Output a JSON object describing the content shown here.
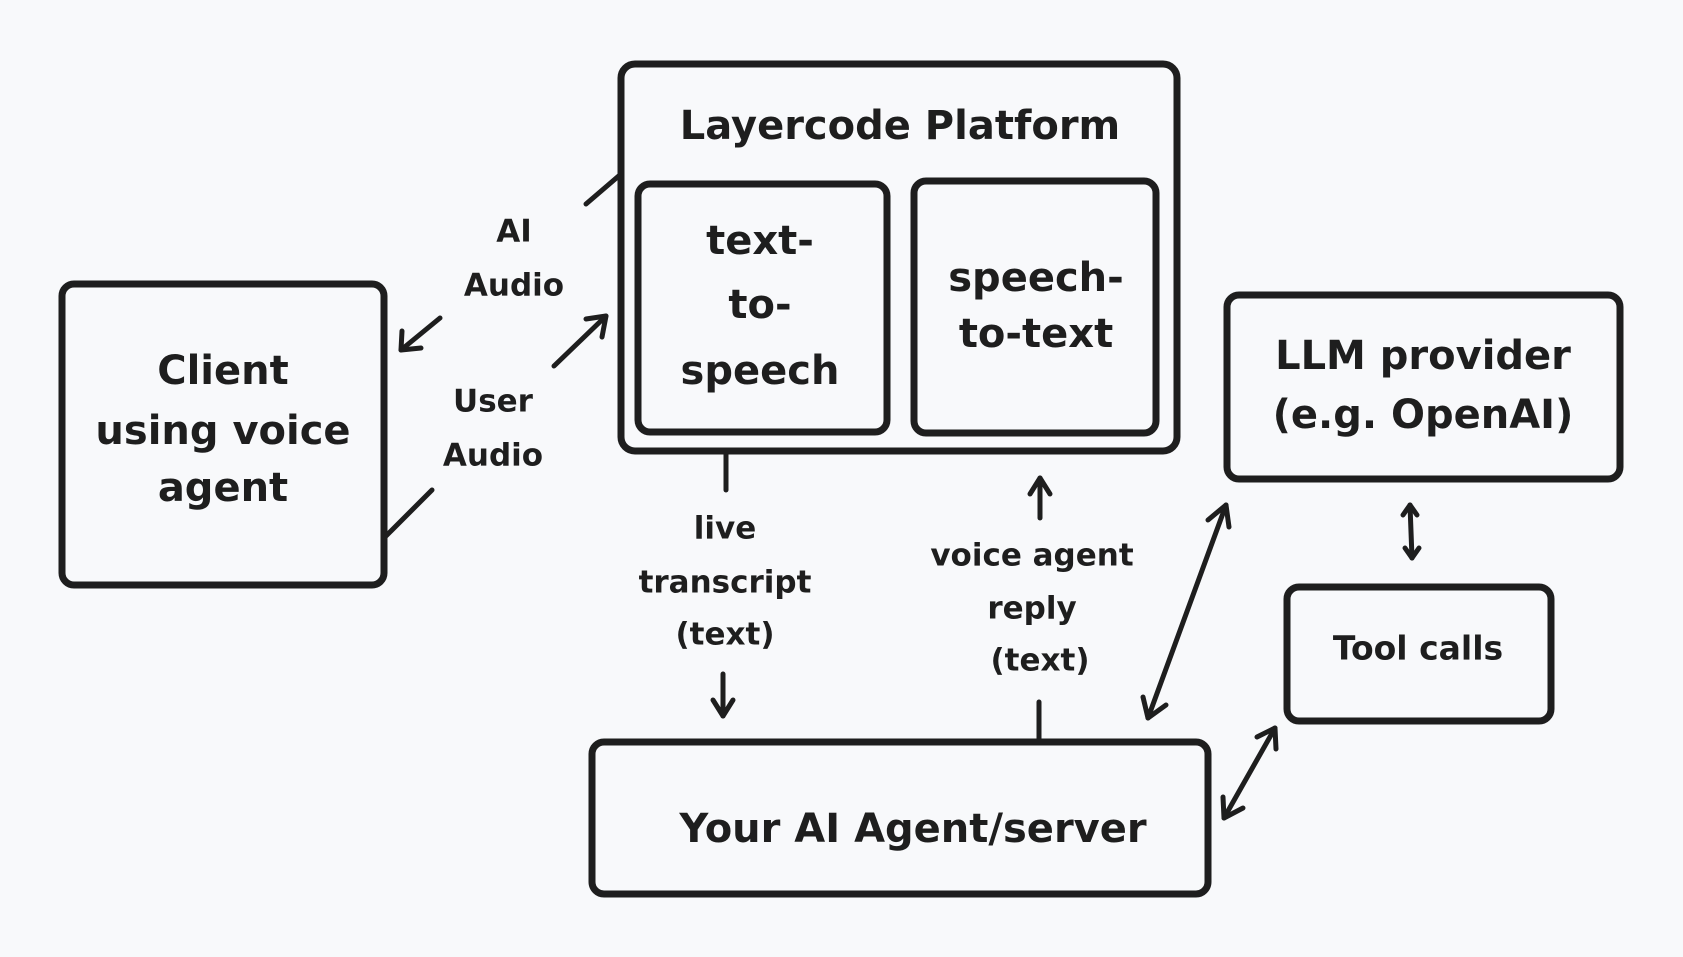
{
  "diagram": {
    "title": "Voice agent architecture with Layercode Platform",
    "colors": {
      "background": "#f8f9fb",
      "stroke": "#1e1e1e",
      "text": "#1e1e1e"
    },
    "nodes": {
      "client": {
        "lines": [
          "Client",
          "using voice",
          "agent"
        ]
      },
      "platform": {
        "title": "Layercode Platform",
        "tts": {
          "lines": [
            "text-",
            "to-",
            "speech"
          ]
        },
        "stt": {
          "lines": [
            "speech-",
            "to-text"
          ]
        }
      },
      "llm": {
        "lines": [
          "LLM provider",
          "(e.g. OpenAI)"
        ]
      },
      "tools": {
        "lines": [
          "Tool calls"
        ]
      },
      "agent": {
        "lines": [
          "Your AI Agent/server"
        ]
      }
    },
    "edges": {
      "ai_audio": {
        "from": "platform",
        "to": "client",
        "lines": [
          "AI",
          "Audio"
        ]
      },
      "user_audio": {
        "from": "client",
        "to": "platform",
        "lines": [
          "User",
          "Audio"
        ]
      },
      "live_transcript": {
        "from": "platform",
        "to": "agent",
        "lines": [
          "live",
          "transcript",
          "(text)"
        ]
      },
      "voice_reply": {
        "from": "agent",
        "to": "platform",
        "lines": [
          "voice agent",
          "reply",
          "(text)"
        ]
      },
      "agent_llm": {
        "from": "agent",
        "to": "llm",
        "direction": "bidirectional"
      },
      "llm_tools": {
        "from": "llm",
        "to": "tools",
        "direction": "bidirectional"
      },
      "tools_agent": {
        "from": "tools",
        "to": "agent",
        "direction": "bidirectional"
      }
    }
  }
}
